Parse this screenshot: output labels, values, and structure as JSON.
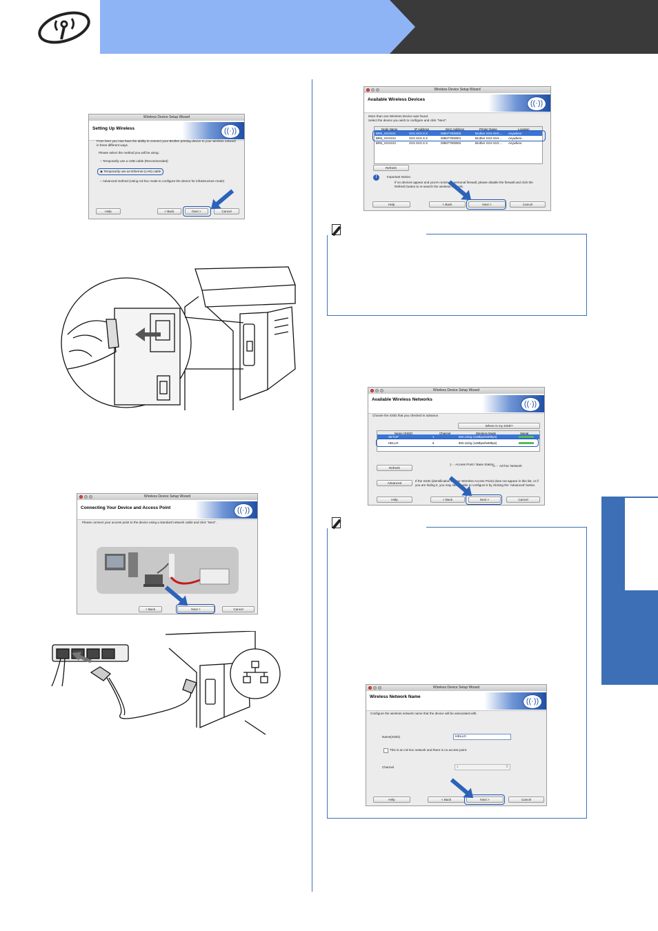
{
  "header": {
    "logo_icon": "wireless-icon",
    "accent": "#8fb4f5",
    "dark": "#3a3a3a",
    "brand": "#3d6fb6"
  },
  "dlg1": {
    "title": "Wireless Device Setup Wizard",
    "heading": "Setting Up Wireless",
    "intro": "From here you now have the ability to connect your Brother printing device to your wireless network in three different ways.",
    "prompt": "Please select the method you will be using:",
    "opt1": "Temporarily use a USB cable (Recommended)",
    "opt2": "Temporarily use an Ethernet (LAN) cable",
    "opt3": "Advanced method (Using Ad-hoc mode to configure the device for infrastructure mode)",
    "help": "Help",
    "back": "< Back",
    "next": "Next >",
    "cancel": "Cancel"
  },
  "dlg2": {
    "title": "Wireless Device Setup Wizard",
    "heading": "Available Wireless Devices",
    "intro1": "More than one Wireless Device was found.",
    "intro2": "Select the device you wish to configure and click \"Next\".",
    "cols": [
      "Node Name",
      "IP Address",
      "MAC Address",
      "Printer Name",
      "Location"
    ],
    "rows": [
      [
        "BRN_XXXXX1",
        "XXX.XXX.X.X",
        "008077000000",
        "Brother XXX-XXX ...",
        "Anywhere"
      ],
      [
        "BRN_XXXXX2",
        "XXX.XXX.X.X",
        "008077000001",
        "Brother XXX-XXX ...",
        "Anywhere"
      ],
      [
        "BRN_XXXXX3",
        "XXX.XXX.X.X",
        "008077000002",
        "Brother XXX-XXX ...",
        "Anywhere"
      ]
    ],
    "refresh": "Refresh",
    "notice_title": "Important Notice:",
    "notice": "If no devices appear and you're running a personal firewall, please disable the firewall and click the Refresh button to re-search the wireless network.",
    "help": "Help",
    "back": "< Back",
    "next": "Next >",
    "cancel": "Cancel"
  },
  "dlg3": {
    "title": "Wireless Device Setup Wizard",
    "heading": "Connecting Your Device and Access Point",
    "intro": "Please connect your access point to the device using a standard network cable and click \"Next\".",
    "back": "< Back",
    "next": "Next >",
    "cancel": "Cancel"
  },
  "dlg4": {
    "title": "Wireless Device Setup Wizard",
    "heading": "Available Wireless Networks",
    "intro": "Choose the SSID that you checked in advance.",
    "where": "Where is my SSID?",
    "cols": [
      "Name (SSID)",
      "Channel",
      "Wireless Mode",
      "Signal"
    ],
    "rows": [
      [
        "SETUP",
        "1",
        "802.11b/g (11Mbps/54Mbps)"
      ],
      [
        "HELLO",
        "6",
        "802.11b/g (11Mbps/54Mbps)"
      ]
    ],
    "refresh": "Refresh",
    "legend1": "Access Point / Base Station",
    "legend2": "Ad-hoc Network",
    "advanced": "Advanced",
    "adv_note": "If the SSID (identification of your Wireless Access Point) does not appear in this list, or if you are hiding it, you may still be able to configure it by clicking the 'Advanced' button.",
    "help": "Help",
    "back": "< Back",
    "next": "Next >",
    "cancel": "Cancel"
  },
  "dlg5": {
    "title": "Wireless Device Setup Wizard",
    "heading": "Wireless Network Name",
    "intro": "Configure the wireless network name that the device will be associated with.",
    "name_label": "Name(SSID)",
    "name_value": "HELLO",
    "adhoc": "This is an Ad-hoc network and there is no access point.",
    "channel_label": "Channel",
    "channel_value": "1",
    "help": "Help",
    "back": "< Back",
    "next": "Next >",
    "cancel": "Cancel"
  }
}
